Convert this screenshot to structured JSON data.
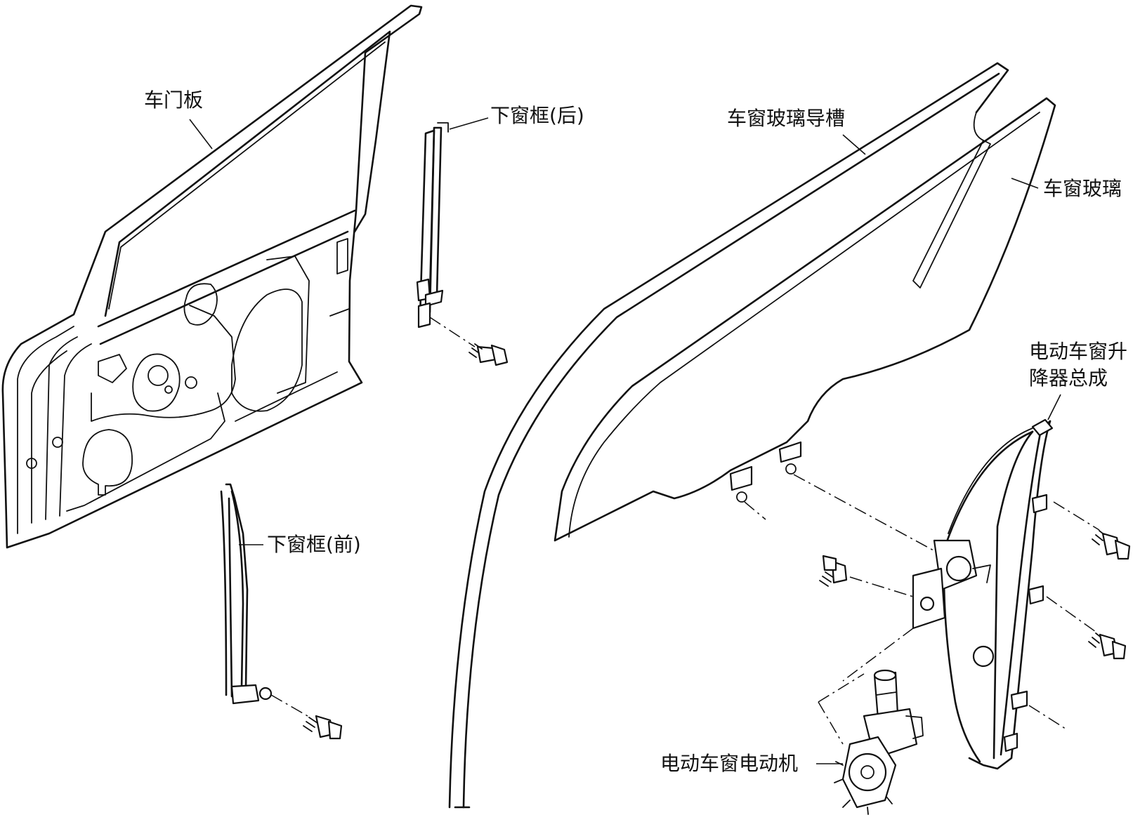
{
  "diagram": {
    "labels": {
      "door_panel": "车门板",
      "rear_lower_sash": "下窗框(后)",
      "glass_run": "车窗玻璃导槽",
      "window_glass": "车窗玻璃",
      "regulator_line1": "电动车窗升",
      "regulator_line2": "降器总成",
      "front_lower_sash": "下窗框(前)",
      "window_motor": "电动车窗电动机"
    },
    "colors": {
      "ink": "#111111",
      "background": "#ffffff"
    }
  }
}
